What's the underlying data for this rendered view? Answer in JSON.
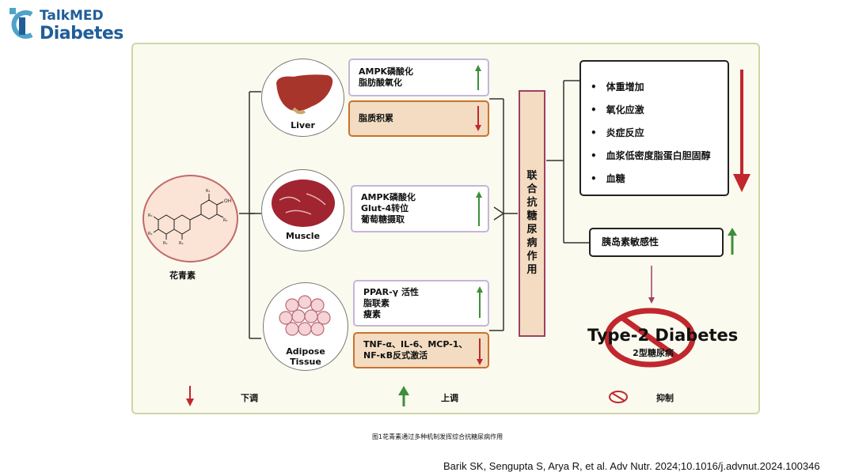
{
  "logo": {
    "line1": "TalkMED",
    "line2": "Diabetes"
  },
  "compound": {
    "name": "花青素",
    "substituents": {
      "r1": "R₁",
      "r2": "R₂",
      "r3": "R₃",
      "r4": "R₄",
      "r5": "R₅",
      "r6": "R₆",
      "oh": "OH"
    }
  },
  "organs": [
    {
      "label": "Liver"
    },
    {
      "label": "Muscle"
    },
    {
      "label": "Adipose Tissue",
      "label_line1": "Adipose",
      "label_line2": "Tissue"
    }
  ],
  "boxes": [
    {
      "lines": [
        "AMPK磷酸化",
        "脂肪酸氧化"
      ],
      "direction": "up"
    },
    {
      "lines": [
        "脂质积累"
      ],
      "direction": "down"
    },
    {
      "lines": [
        "AMPK磷酸化",
        "Glut-4转位",
        "葡萄糖摄取"
      ],
      "direction": "up"
    },
    {
      "lines": [
        "PPAR-γ 活性",
        "脂联素",
        "瘦素"
      ],
      "direction": "up"
    },
    {
      "lines": [
        "TNF-α、IL-6、MCP-1、",
        "NF-κB反式激活"
      ],
      "direction": "down"
    }
  ],
  "effect": {
    "chars": [
      "联",
      "合",
      "抗",
      "糖",
      "尿",
      "病",
      "作",
      "用"
    ]
  },
  "outcomes_down": [
    "体重增加",
    "氧化应激",
    "炎症反应",
    "血浆低密度脂蛋白胆固醇",
    "血糖"
  ],
  "outcome_up": "胰岛素敏感性",
  "inhibited": {
    "title": "Type-2 Diabetes",
    "subtitle": "2型糖尿病"
  },
  "legend": {
    "down": "下调",
    "up": "上调",
    "inhibit": "抑制"
  },
  "caption": "图1花青素通过多种机制发挥综合抗糖尿病作用",
  "citation": "Barik SK, Sengupta S, Arya R, et al. Adv Nutr. 2024;10.1016/j.advnut.2024.100346",
  "colors": {
    "down_arrow": "#c0282d",
    "up_arrow": "#3e8e3a",
    "panel": "#fbfaee",
    "effect_border": "#9e4066",
    "inhibit": "#c0282d",
    "logo": "#1f5e99"
  }
}
